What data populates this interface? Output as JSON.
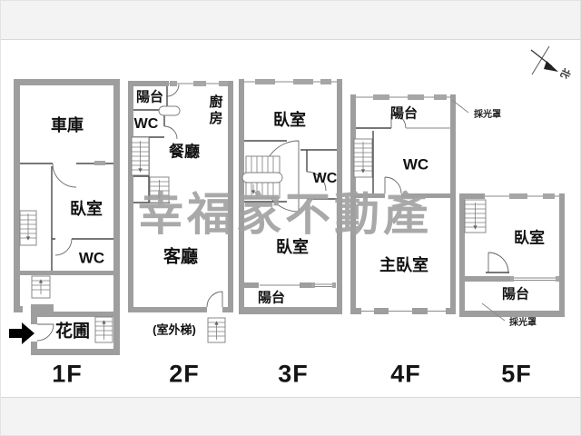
{
  "watermark": "幸福家不動產",
  "compass": {
    "north": "北"
  },
  "floors": {
    "f1": {
      "label": "1F",
      "garage": "車庫",
      "bedroom": "臥室",
      "wc": "WC",
      "flower_bed": "花圃"
    },
    "f2": {
      "label": "2F",
      "balcony": "陽台",
      "wc": "WC",
      "kitchen": "廚房",
      "dining": "餐廳",
      "living": "客廳",
      "outdoor_stairs": "(室外梯)"
    },
    "f3": {
      "label": "3F",
      "bedroom_top": "臥室",
      "wc": "WC",
      "bedroom": "臥室",
      "balcony": "陽台"
    },
    "f4": {
      "label": "4F",
      "balcony": "陽台",
      "wc": "WC",
      "master_bedroom": "主臥室",
      "skylight": "採光罩"
    },
    "f5": {
      "label": "5F",
      "bedroom": "臥室",
      "balcony": "陽台",
      "skylight": "採光罩"
    }
  },
  "colors": {
    "wall": "#9e9e9e",
    "line": "#4a4a4a",
    "watermark": "#a2a2a2",
    "text": "#111111"
  }
}
